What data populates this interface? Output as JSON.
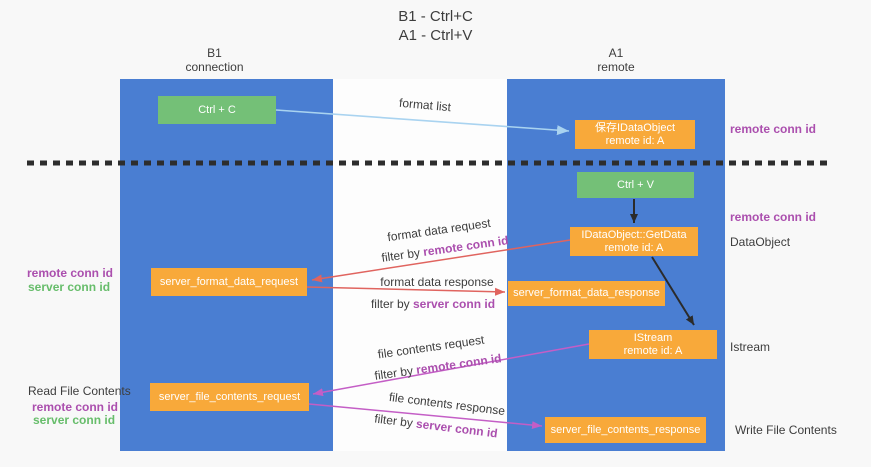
{
  "title": {
    "line1": "B1 - Ctrl+C",
    "line2": "A1 - Ctrl+V"
  },
  "lanes": {
    "left": {
      "name": "B1",
      "role": "connection"
    },
    "right": {
      "name": "A1",
      "role": "remote"
    }
  },
  "nodes": {
    "ctrl_c": "Ctrl + C",
    "ctrl_v": "Ctrl + V",
    "save_obj": {
      "line1": "保存IDataObject",
      "line2": "remote id: A"
    },
    "getdata": {
      "line1": "IDataObject::GetData",
      "line2": "remote id: A"
    },
    "istream": {
      "line1": "IStream",
      "line2": "remote id: A"
    },
    "fmt_req": "server_format_data_request",
    "fmt_res": "server_format_data_response",
    "file_req": "server_file_contents_request",
    "file_res": "server_file_contents_response"
  },
  "edges": {
    "format_list": "format list",
    "fmt_req": "format data request",
    "fmt_res": "format data response",
    "file_req": "file contents request",
    "file_res": "file contents response",
    "filter_by": "filter by ",
    "remote_conn_id": "remote conn id",
    "server_conn_id": "server conn id"
  },
  "annotations": {
    "remote_conn_id": "remote conn id",
    "server_conn_id": "server conn id",
    "dataobject": "DataObject",
    "istream": "Istream",
    "read_file": "Read File Contents",
    "write_file": "Write File Contents"
  },
  "colors": {
    "lane": "#4a7ed2",
    "green": "#74c077",
    "orange": "#f8a93a",
    "purple": "#ab4fae",
    "text_green": "#67bd6b",
    "red_arrow": "#e0645f",
    "magenta_arrow": "#c45ec6",
    "blue_arrow": "#a9d3f0",
    "ink": "#3d3d3d",
    "arrow_black": "#2b2b2b"
  }
}
